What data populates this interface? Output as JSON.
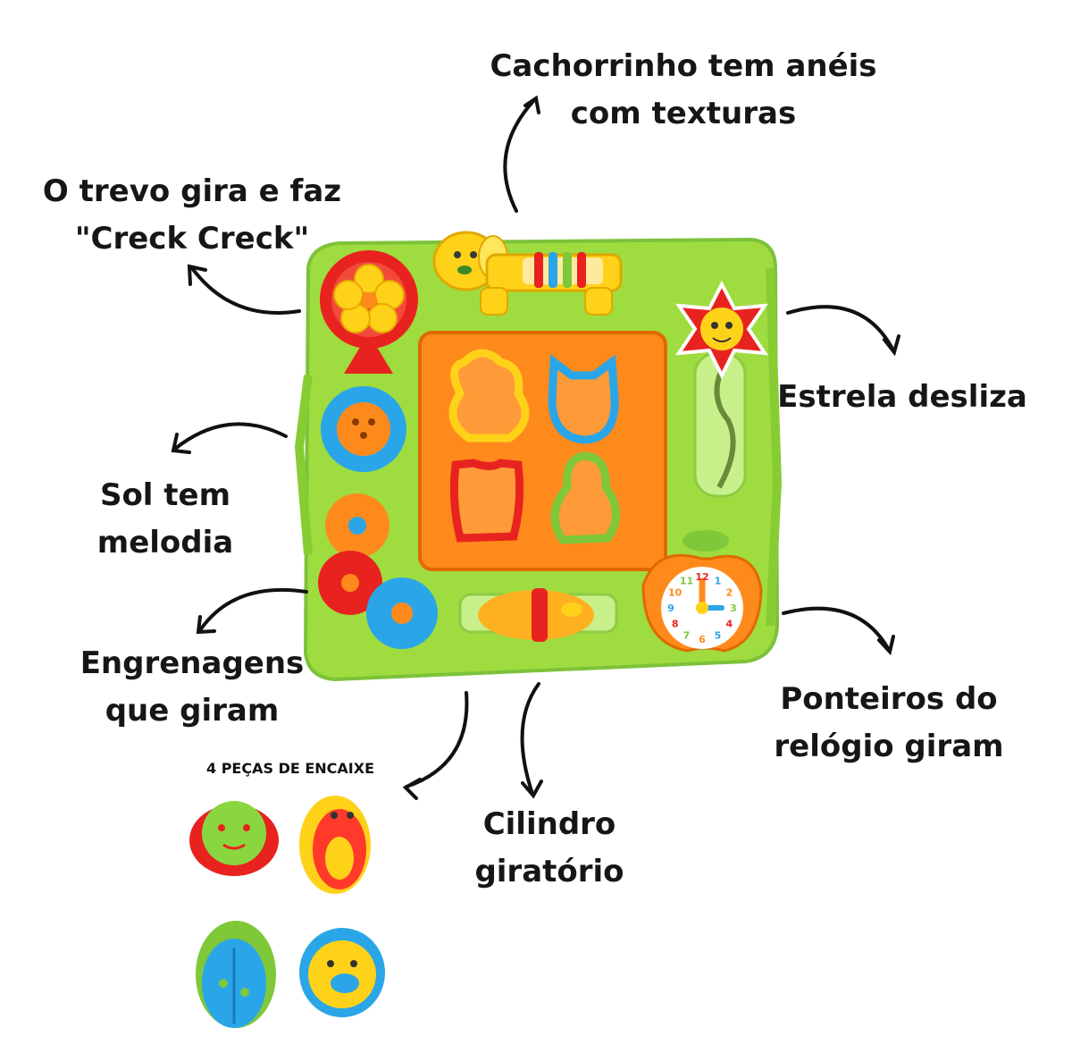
{
  "labels": {
    "dog": [
      "Cachorrinho tem anéis",
      "com texturas"
    ],
    "clover": [
      "O trevo gira e faz",
      "\"Creck Creck\""
    ],
    "star": [
      "Estrela desliza"
    ],
    "sun": [
      "Sol tem",
      "melodia"
    ],
    "gears": [
      "Engrenagens",
      "que giram"
    ],
    "clock": [
      "Ponteiros do",
      "relógio giram"
    ],
    "cylinder": [
      "Cilindro",
      "giratório"
    ],
    "pieces": "4 PEÇAS DE ENCAIXE"
  },
  "clock_numbers": [
    "12",
    "1",
    "2",
    "3",
    "4",
    "5",
    "6",
    "7",
    "8",
    "9",
    "10",
    "11"
  ],
  "colors": {
    "board": "#a8e04a",
    "board_edge": "#7dc23a",
    "orange": "#ff8a1c",
    "red": "#e8231f",
    "yellow": "#ffd21a",
    "blue": "#2aa6e8",
    "text": "#161616"
  }
}
